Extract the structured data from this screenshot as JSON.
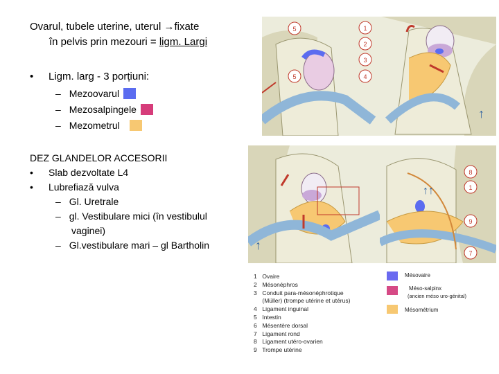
{
  "title": {
    "line1": "Ovarul, tubele uterine, uterul ",
    "arrow": "→",
    "line1b": "fixate",
    "line2a": "în pelvis prin mezouri = ",
    "line2u": "ligm. Largi"
  },
  "ligm_larg": {
    "bullet": "•",
    "heading": "Ligm. larg - 3 porțiuni:",
    "items": [
      {
        "dash": "–",
        "label": "Mezoovarul",
        "color": "#5b6cf0"
      },
      {
        "dash": "–",
        "label": "Mezosalpingele",
        "color": "#d63c7a"
      },
      {
        "dash": "–",
        "label": "Mezometrul",
        "color": "#f7c872"
      }
    ]
  },
  "glands": {
    "heading": "DEZ GLANDELOR ACCESORII",
    "bullets": [
      {
        "bullet": "•",
        "text": "Slab dezvoltate L4"
      },
      {
        "bullet": "•",
        "text": "Lubrefiază vulva"
      }
    ],
    "subs": [
      {
        "dash": "–",
        "text": "Gl. Uretrale"
      },
      {
        "dash": "–",
        "bold": "gl. Vestibulare mici",
        "rest": " (în vestibulul",
        "cont": "vaginei)"
      },
      {
        "dash": "–",
        "bold": "Gl.vestibulare mari – ",
        "rest": "gl Bartholin"
      }
    ]
  },
  "figure_labels": {
    "top_numbers": [
      "5",
      "1",
      "2",
      "3",
      "5",
      "4"
    ],
    "bottom_numbers": [
      "8",
      "1",
      "9",
      "7"
    ]
  },
  "legend": {
    "items": [
      {
        "num": "1",
        "text": "Ovaire"
      },
      {
        "num": "2",
        "text": "Mésonéphros"
      },
      {
        "num": "3",
        "text": "Conduit para-mésonéphrotique"
      },
      {
        "num": "",
        "text": "(Müller) (trompe utérine et utérus)"
      },
      {
        "num": "4",
        "text": "Ligament inguinal"
      },
      {
        "num": "5",
        "text": "Intestin"
      },
      {
        "num": "6",
        "text": "Mésentère dorsal"
      },
      {
        "num": "7",
        "text": "Ligament rond"
      },
      {
        "num": "8",
        "text": "Ligament utéro-ovarien"
      },
      {
        "num": "9",
        "text": "Trompe utérine"
      }
    ],
    "color_keys": [
      {
        "color": "#6a6af0",
        "label": "Mésovaire"
      },
      {
        "color": "#d64a86",
        "label": "Méso-salpinx",
        "sub": "(ancien méso uro-génital)"
      },
      {
        "color": "#f7c872",
        "label": "Mésométrium"
      }
    ]
  }
}
